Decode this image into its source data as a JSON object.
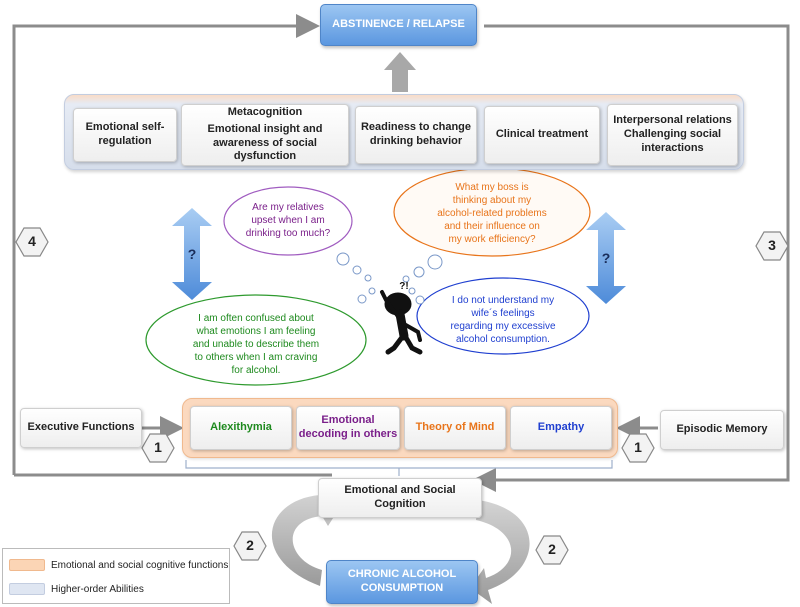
{
  "top": {
    "outcome": "ABSTINENCE / RELAPSE"
  },
  "higher_order": {
    "items": [
      [
        "Emotional self-",
        "regulation"
      ],
      [
        "Metacognition",
        "Emotional insight and",
        "awareness of social",
        "dysfunction"
      ],
      [
        "Readiness to change",
        "drinking behavior"
      ],
      [
        "Clinical treatment"
      ],
      [
        "Interpersonal relations",
        "Challenging social",
        "interactions"
      ]
    ]
  },
  "thoughts": {
    "relatives": [
      "Are my relatives",
      "upset when I am",
      "drinking too much?"
    ],
    "boss": [
      "What my boss is",
      "thinking about my",
      "alcohol-related problems",
      "and their influence on",
      "my work efficiency?"
    ],
    "confused": [
      "I am often confused about",
      "what emotions I am feeling",
      "and unable to describe them",
      "to others when I am craving",
      "for alcohol."
    ],
    "wife": [
      "I do not understand my",
      "wife´s feelings",
      "regarding my excessive",
      "alcohol consumption."
    ],
    "question_mark": "?",
    "figure_marks": "?!"
  },
  "emotional_functions": [
    {
      "label": "Alexithymia",
      "color": "#1e8a1e"
    },
    {
      "label": "Emotional\ndecoding in others",
      "color": "#7a1f8a"
    },
    {
      "label": "Theory of Mind",
      "color": "#e8741a"
    },
    {
      "label": "Empathy",
      "color": "#1f3fd0"
    }
  ],
  "side": {
    "executive": "Executive Functions",
    "episodic": "Episodic Memory"
  },
  "center": {
    "emotional_social": "Emotional and Social Cognition"
  },
  "bottom": {
    "consumption_line1": "CHRONIC ALCOHOL",
    "consumption_line2": "CONSUMPTION"
  },
  "badges": {
    "one": "1",
    "two": "2",
    "three": "3",
    "four": "4"
  },
  "legend": {
    "emotional": "Emotional and social cognitive functions",
    "higher": "Higher-order Abilities"
  },
  "colors": {
    "green": "#1e8a1e",
    "purple": "#7a1f8a",
    "orange": "#e8741a",
    "blue": "#1f3fd0",
    "arrow_gray": "#a5a5a5",
    "line_gray": "#8c8c8c"
  }
}
